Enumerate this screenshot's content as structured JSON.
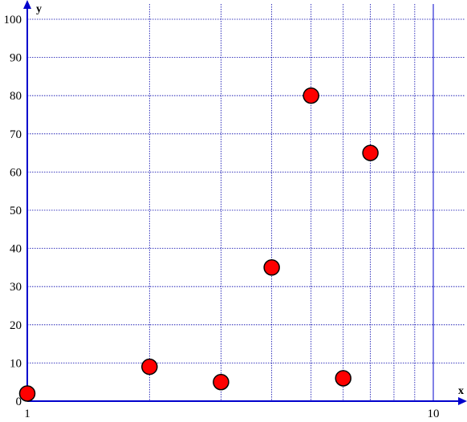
{
  "chart_data": {
    "type": "scatter",
    "xscale": "log",
    "xlim": [
      1,
      10
    ],
    "ylim": [
      0,
      100
    ],
    "xlabel": "x",
    "ylabel": "y",
    "grid": true,
    "x_tick_labels": [
      "1",
      "10"
    ],
    "y_tick_labels": [
      "0",
      "10",
      "20",
      "30",
      "40",
      "50",
      "60",
      "70",
      "80",
      "90",
      "100"
    ],
    "series": [
      {
        "x": [
          1,
          2,
          3,
          4,
          5,
          6,
          7
        ],
        "y": [
          2,
          9,
          5,
          35,
          80,
          6,
          65
        ]
      }
    ],
    "colors": {
      "axis": "#0000cc",
      "grid": "#0000aa",
      "marker_fill": "#ff0000",
      "marker_stroke": "#000000"
    }
  }
}
